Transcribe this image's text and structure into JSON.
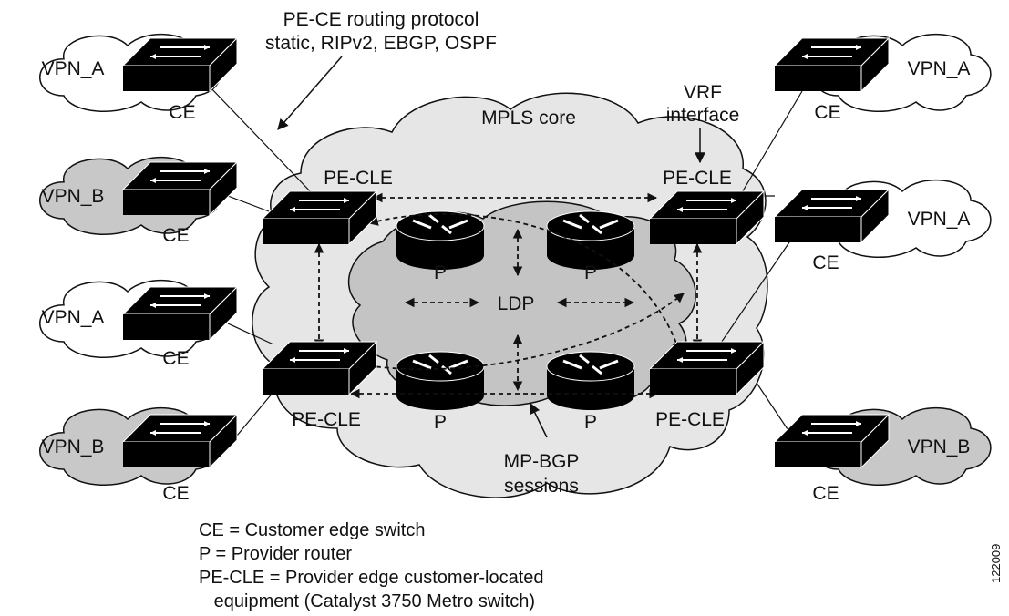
{
  "annotation": {
    "line1": "PE-CE routing protocol",
    "line2": "static, RIPv2, EBGP, OSPF"
  },
  "vrf_label": {
    "line1": "VRF",
    "line2": "interface"
  },
  "core_label": "MPLS core",
  "ldp_label": "LDP",
  "mpbgp_label": {
    "line1": "MP-BGP",
    "line2": "sessions"
  },
  "vpn_labels": [
    "VPN_A",
    "VPN_B",
    "VPN_A",
    "VPN_B",
    "VPN_A",
    "VPN_A",
    "VPN_B"
  ],
  "ce_label": "CE",
  "pe_label": "PE-CLE",
  "p_label": "P",
  "legend": [
    "CE = Customer edge switch",
    "P = Provider router",
    "PE-CLE = Provider edge customer-located",
    "   equipment (Catalyst 3750 Metro switch)"
  ],
  "figure_id": "122009",
  "colors": {
    "ink": "#111111",
    "core_fill": "#e6e6e6",
    "inner_fill": "#c4c4c4",
    "vpn_b_fill": "#c8c8c8",
    "device": "#000000"
  }
}
